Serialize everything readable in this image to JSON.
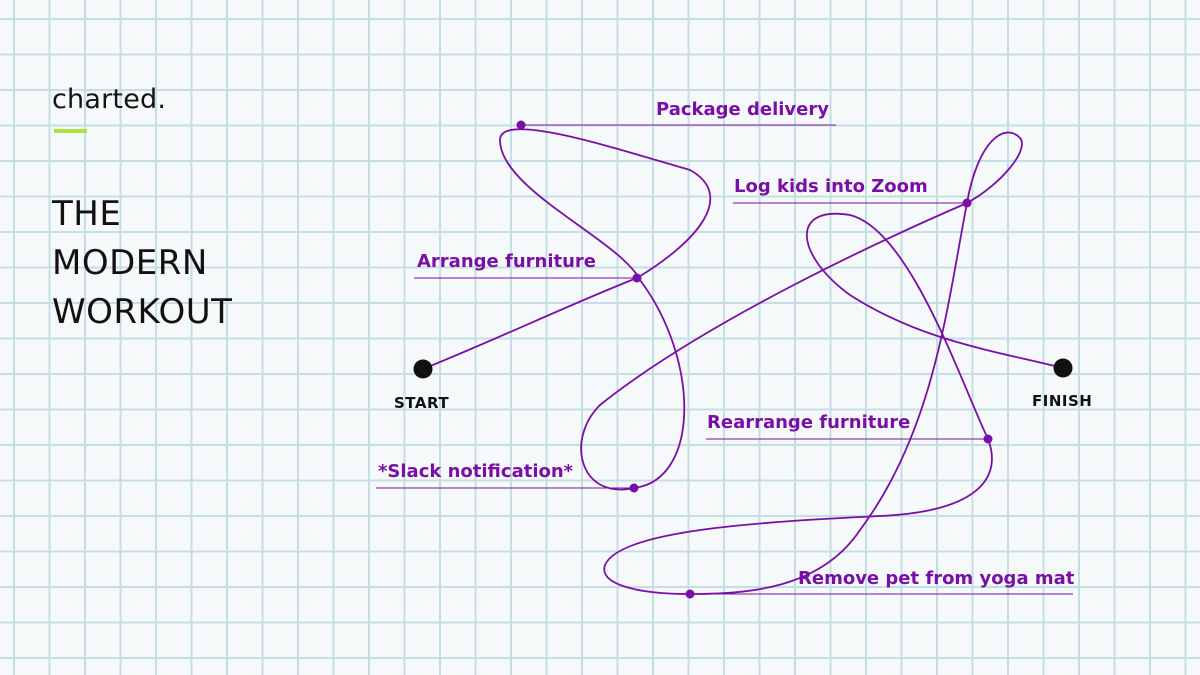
{
  "brand": {
    "name": "charted."
  },
  "title": {
    "line1": "THE",
    "line2": "MODERN",
    "line3": "WORKOUT"
  },
  "endpoints": {
    "start": "START",
    "finish": "FINISH"
  },
  "steps": [
    {
      "label": "Arrange furniture"
    },
    {
      "label": "Package delivery"
    },
    {
      "label": "*Slack notification*"
    },
    {
      "label": "Log kids into Zoom"
    },
    {
      "label": "Remove pet from yoga mat"
    },
    {
      "label": "Rearrange furniture"
    }
  ],
  "colors": {
    "path": "#7a0fa6",
    "accent": "#b4e03a",
    "grid": "#c5dde4",
    "endpoint": "#111111"
  }
}
